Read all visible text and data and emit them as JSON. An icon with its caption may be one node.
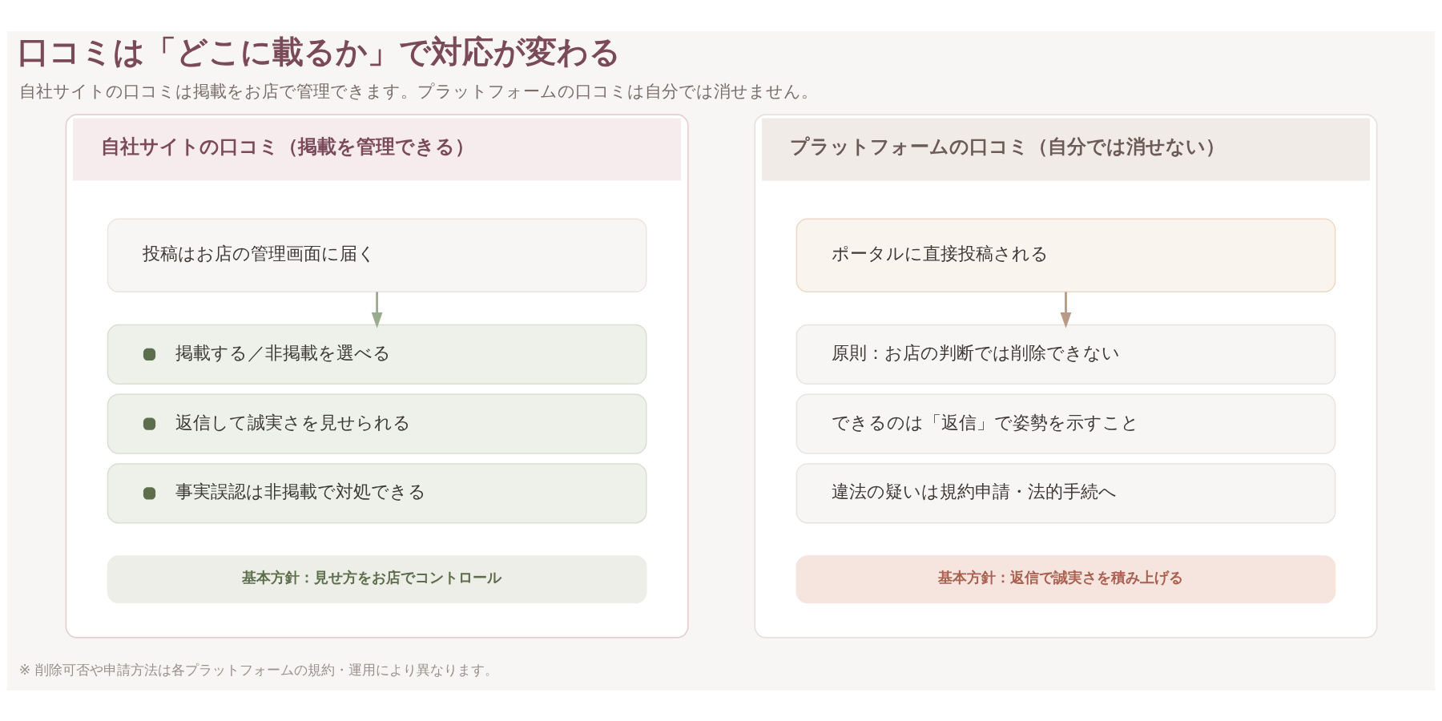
{
  "diagram": {
    "title": "口コミは「どこに載るか」で対応が変わる",
    "nodes": [
      {
        "text": [
          "自社サイトの口コミ（掲載を管理できる）"
        ]
      },
      {
        "text": [
          "投稿はお店の管理画面に届く"
        ],
        "in": 0
      },
      {
        "text": [
          "掲載する／非掲載を選べる"
        ],
        "in": 0
      },
      {
        "text": [
          "返信して誠実さを見せられる"
        ],
        "in": 0
      },
      {
        "text": [
          "事実誤認は非掲載で対処できる"
        ],
        "in": 0
      },
      {
        "text": [
          "基本方針：見せ方をお店でコントロール"
        ],
        "in": 0
      },
      {
        "text": [
          "プラットフォームの口コミ（自分では消せない）"
        ]
      },
      {
        "text": [
          "ポータルに直接投稿される"
        ],
        "in": 6
      },
      {
        "text": [
          "原則：お店の判断では削除できない"
        ],
        "in": 6
      },
      {
        "text": [
          "できるのは「返信」で姿勢を示すこと"
        ],
        "in": 6
      },
      {
        "text": [
          "違法の疑いは規約申請・法的手続へ"
        ],
        "in": 6
      },
      {
        "text": [
          "基本方針：返信で誠実さを積み上げる"
        ],
        "in": 6
      }
    ],
    "edges": [
      {
        "from": 1,
        "to": 2,
        "arrow": "to",
        "color": "#9aab8e"
      },
      {
        "from": 7,
        "to": 8,
        "arrow": "to",
        "color": "#b89a86"
      }
    ],
    "labels": [
      "自社サイトの口コミは掲載をお店で管理できます。プラットフォームの口コミは自分では消せません。",
      "※ 削除可否や申請方法は各プラットフォームの規約・運用により異なります。"
    ]
  }
}
